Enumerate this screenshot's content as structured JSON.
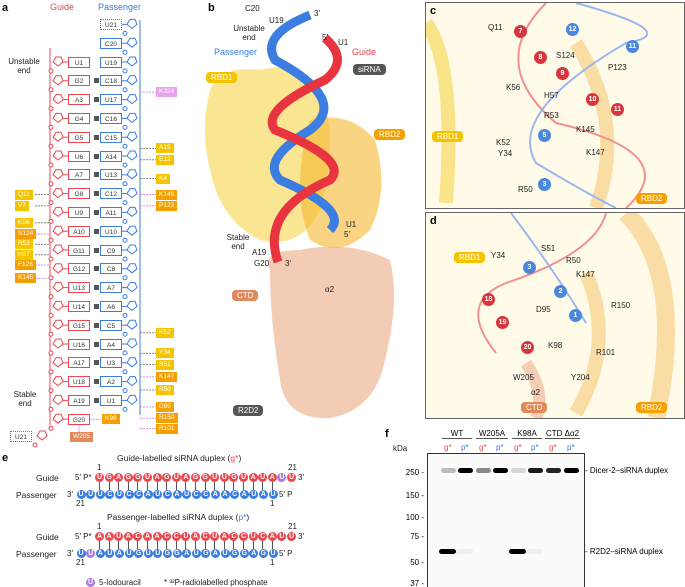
{
  "panel_labels": {
    "a": "a",
    "b": "b",
    "c": "c",
    "d": "d",
    "e": "e",
    "f": "f"
  },
  "colors": {
    "guide": "#e8474f",
    "passenger": "#3b7de0",
    "rbd1": "#f5c400",
    "rbd2": "#f5a000",
    "ctd": "#e0895a",
    "other": "#e7a2f0",
    "iodouracil": "#a67ce0"
  },
  "panel_a": {
    "guide_header": "Guide",
    "passenger_header": "Passenger",
    "unstable_end": "Unstable end",
    "stable_end": "Stable end",
    "guide": [
      "U1",
      "G2",
      "A3",
      "G4",
      "G5",
      "U6",
      "A7",
      "G8",
      "U9",
      "A10",
      "G11",
      "G12",
      "U13",
      "U14",
      "G15",
      "U16",
      "A17",
      "U18",
      "A19",
      "G20",
      "U21"
    ],
    "passenger": [
      "U21",
      "C20",
      "U19",
      "C18",
      "U17",
      "C16",
      "C15",
      "A14",
      "U13",
      "C12",
      "A11",
      "U10",
      "C9",
      "C8",
      "A7",
      "A6",
      "C5",
      "A4",
      "U3",
      "A2",
      "U1"
    ],
    "residues": [
      {
        "name": "K324",
        "domain": "other",
        "side": "right",
        "row": 1.6
      },
      {
        "name": "A15",
        "domain": "rbd1",
        "side": "right",
        "row": 4.6
      },
      {
        "name": "E12",
        "domain": "rbd1",
        "side": "right",
        "row": 5.2
      },
      {
        "name": "K4",
        "domain": "rbd1",
        "side": "right",
        "row": 6.2
      },
      {
        "name": "K146",
        "domain": "rbd2",
        "side": "right",
        "row": 7.05
      },
      {
        "name": "P123",
        "domain": "rbd2",
        "side": "right",
        "row": 7.65
      },
      {
        "name": "Q11",
        "domain": "rbd1",
        "side": "left",
        "row": 7.05
      },
      {
        "name": "V7",
        "domain": "rbd1",
        "side": "left",
        "row": 7.65
      },
      {
        "name": "K56",
        "domain": "rbd1",
        "side": "left",
        "row": 8.55
      },
      {
        "name": "S124",
        "domain": "rbd2",
        "side": "left",
        "row": 9.15
      },
      {
        "name": "R53",
        "domain": "rbd1",
        "side": "left",
        "row": 9.7
      },
      {
        "name": "H57",
        "domain": "rbd1",
        "side": "left",
        "row": 10.25
      },
      {
        "name": "F128",
        "domain": "rbd2",
        "side": "left",
        "row": 10.8
      },
      {
        "name": "K145",
        "domain": "rbd2",
        "side": "left",
        "row": 11.5
      },
      {
        "name": "K52",
        "domain": "rbd1",
        "side": "right",
        "row": 14.4
      },
      {
        "name": "Y34",
        "domain": "rbd1",
        "side": "right",
        "row": 15.5
      },
      {
        "name": "S51",
        "domain": "rbd1",
        "side": "right",
        "row": 16.1
      },
      {
        "name": "K147",
        "domain": "rbd2",
        "side": "right",
        "row": 16.75
      },
      {
        "name": "R50",
        "domain": "rbd1",
        "side": "right",
        "row": 17.45
      },
      {
        "name": "D95",
        "domain": "rbd2",
        "side": "right",
        "row": 18.35
      },
      {
        "name": "R150",
        "domain": "rbd2",
        "side": "right",
        "row": 18.95
      },
      {
        "name": "R101",
        "domain": "rbd2",
        "side": "right",
        "row": 19.5
      }
    ],
    "k98": {
      "name": "K98",
      "domain": "rbd2"
    },
    "w205": {
      "name": "W205",
      "domain": "ctd"
    }
  },
  "panel_b": {
    "unstable_end": "Unstable end",
    "stable_end": "Stable end",
    "passenger": "Passenger",
    "guide": "Guide",
    "c20": "C20",
    "three_prime_top": "3′",
    "u19": "U19",
    "five_prime_top": "5′",
    "u1_top": "U1",
    "sirna": "siRNA",
    "rbd1": "RBD1",
    "rbd2": "RBD2",
    "u1_bottom": "U1",
    "five_prime_bottom": "5′",
    "a19": "A19",
    "g20": "G20",
    "three_prime_bottom": "3′",
    "ctd": "CTD",
    "alpha2": "α2",
    "r2d2": "R2D2"
  },
  "panel_c": {
    "labels": [
      "Q11",
      "S124",
      "P123",
      "K56",
      "H57",
      "R53",
      "K145",
      "K52",
      "Y34",
      "K147",
      "R50"
    ],
    "nucleotides": [
      "7",
      "8",
      "9",
      "10",
      "11",
      "12",
      "11",
      "5",
      "3"
    ],
    "rbd1": "RBD1",
    "rbd2": "RBD2"
  },
  "panel_d": {
    "labels": [
      "Y34",
      "S51",
      "R50",
      "K147",
      "R150",
      "D95",
      "K98",
      "R101",
      "W205",
      "Y204",
      "α2"
    ],
    "nucleotides": [
      "3",
      "2",
      "1",
      "18",
      "19",
      "20"
    ],
    "rbd1": "RBD1",
    "rbd2": "RBD2",
    "ctd": "CTD"
  },
  "panel_e": {
    "duplex1_title": "Guide-labelled siRNA duplex (",
    "duplex1_tag": "g*",
    "duplex2_title": "Passenger-labelled siRNA duplex (",
    "duplex2_tag": "p*",
    "close_paren": ")",
    "guide_label": "Guide",
    "passenger_label": "Passenger",
    "guide_5p": "5′ P*",
    "guide_3p": "3′",
    "pass_3p": "3′",
    "pass_5p": "5′ P",
    "num_1": "1",
    "num_21": "21",
    "duplex1_guide": "UGAGGUAGUAGGUUGUAUAUU",
    "duplex1_guide_iodo": [
      19
    ],
    "duplex1_passenger": "UUUCUCCAUCAUCCAACAUAU",
    "duplex1_passenger_iodo": [],
    "duplex2_guide": "AAUACAACCUACUACCUCAUU",
    "duplex2_guide_iodo": [],
    "duplex2_passenger": "UUAUAUGUUGGAUGAUGGAGU",
    "duplex2_passenger_iodo": [
      1
    ],
    "legend_iodo_symbol": "U",
    "legend_iodo": "5-Iodouracil",
    "legend_radio": "* ³²P-radiolabelled phosphate"
  },
  "panel_f": {
    "unit": "kDa",
    "groups": [
      "WT",
      "W205A",
      "K98A",
      "CTD Δα2"
    ],
    "lanes": [
      "g*",
      "p*",
      "g*",
      "p*",
      "g*",
      "p*",
      "g*",
      "p*"
    ],
    "markers": [
      "250",
      "150",
      "100",
      "75",
      "50",
      "37"
    ],
    "band_labels": [
      "Dicer-2–siRNA duplex",
      "R2D2–siRNA duplex"
    ],
    "dicer_band_intensity": [
      0.25,
      1.0,
      0.45,
      1.0,
      0.15,
      0.9,
      0.85,
      1.0
    ],
    "r2d2_band_intensity": [
      1.0,
      0.05,
      0,
      0,
      1.0,
      0.05,
      0,
      0
    ]
  }
}
